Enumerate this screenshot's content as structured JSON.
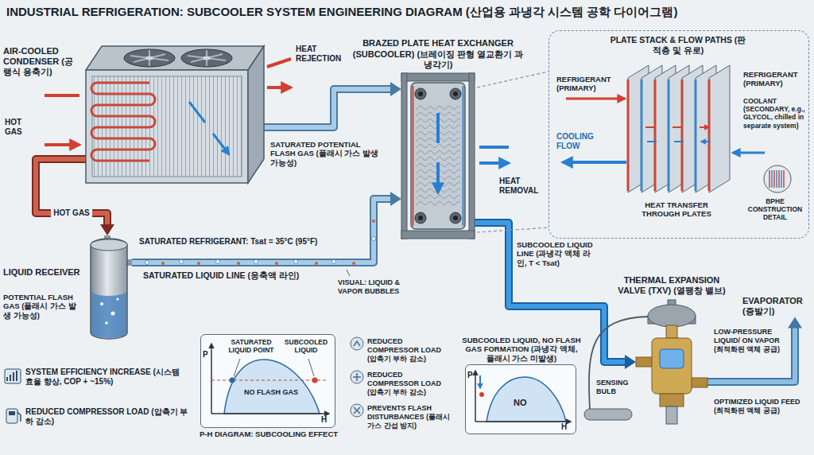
{
  "diagram": {
    "title": "INDUSTRIAL REFRIGERATION: SUBCOOLER SYSTEM ENGINEERING DIAGRAM (산업용 과냉각 시스템 공학 다이어그램)",
    "nodes": [
      {
        "text": [
          "AIR-COOLED CONDENSER (공랭식 응축기)"
        ]
      },
      {
        "text": [
          "LIQUID RECEIVER",
          "POTENTIAL FLASH GAS (플래시 가스 발생 가능성)"
        ]
      },
      {
        "text": [
          "BRAZED PLATE HEAT EXCHANGER (SUBCOOLER) (브레이징 판형 열교환기 과냉각기)"
        ]
      },
      {
        "text": [
          "PLATE STACK & FLOW PATHS (판 적층 및 유로)"
        ]
      },
      {
        "text": [
          "THERMAL EXPANSION VALVE (TXV) (열팽창 밸브)"
        ]
      },
      {
        "text": [
          "EVAPORATOR (증발기)"
        ]
      },
      {
        "text": [
          "P-H DIAGRAM: SUBCOOLING EFFECT"
        ]
      },
      {
        "text": [
          "SUBCOOLED LIQUID, NO FLASH GAS FORMATION (과냉각 액체, 플래시 가스 미발생)"
        ]
      }
    ],
    "edges": [
      {
        "from": 0,
        "to": 1,
        "arrow": "to",
        "label": "HOT GAS"
      },
      {
        "from": 0,
        "to": 2,
        "arrow": "to"
      },
      {
        "from": 1,
        "to": 2,
        "arrow": "to",
        "label": "SATURATED LIQUID LINE (응축액 라인)"
      },
      {
        "from": 2,
        "to": 4,
        "arrow": "to",
        "label": "SUBCOOLED LIQUID LINE (과냉각 액체 라인, T < Tsat)"
      },
      {
        "from": 4,
        "to": 5,
        "arrow": "to",
        "label": "LOW-PRESSURE LIQUID/ ON VAPOR (최적화된 액체 공급)"
      }
    ],
    "labels": [
      "HEAT REJECTION",
      "HOT GAS",
      "SATURATED POTENTIAL FLASH GAS (플래시 가스 발생 가능성)",
      "SATURATED REFRIGERANT: Tsat = 35°C (95°F)",
      "VISUAL: LIQUID & VAPOR BUBBLES",
      "HEAT REMOVAL",
      "REFRIGERANT (PRIMARY)",
      "COOLING FLOW",
      "REFRIGERANT (PRIMARY)",
      "COOLANT (SECONDARY, e.g., GLYCOL, chilled in separate system)",
      "HEAT TRANSFER THROUGH PLATES",
      "BPHE CONSTRUCTION DETAIL",
      "P",
      "SATURATED LIQUID POINT",
      "SUBCOOLED LIQUID",
      "NO FLASH GAS",
      "H",
      "REDUCED COMPRESSOR LOAD (압축기 부하 감소)",
      "REDUCED COMPRESSOR LOAD (압축기 부하 감소)",
      "PREVENTS FLASH DISTURBANCES (플래시 가스 간섭 방지)",
      "P",
      "NO",
      "H",
      "SENSING BULB",
      "OPTIMIZED LIQUID FEED (최적화된 액체 공급)",
      "SYSTEM EFFICIENCY INCREASE (시스템 효율 향상, COP + ~15%)",
      "REDUCED COMPRESSOR LOAD (압축기 부하 감소)"
    ]
  }
}
